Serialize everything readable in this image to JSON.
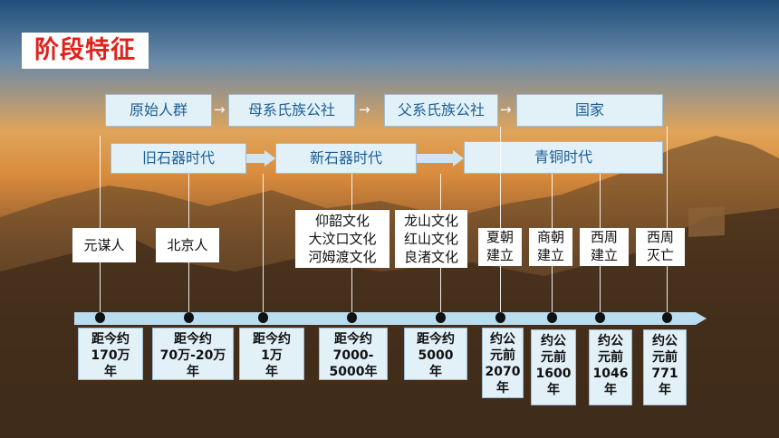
{
  "title": "阶段特征",
  "social": [
    "原始人群",
    "母系氏族公社",
    "父系氏族公社",
    "国家"
  ],
  "eras": [
    "旧石器时代",
    "新石器时代",
    "青铜时代"
  ],
  "people": [
    "元谋人",
    "北京人"
  ],
  "cultures": {
    "neolithic_a": [
      "仰韶文化",
      "大汶口文化",
      "河姆渡文化"
    ],
    "neolithic_b": [
      "龙山文化",
      "红山文化",
      "良渚文化"
    ]
  },
  "dynasties": [
    [
      "夏朝",
      "建立"
    ],
    [
      "商朝",
      "建立"
    ],
    [
      "西周",
      "建立"
    ],
    [
      "西周",
      "灭亡"
    ]
  ],
  "dates": [
    [
      "距今约",
      "170万",
      "年"
    ],
    [
      "距今约",
      "70万-20万",
      "年"
    ],
    [
      "距今约",
      "1万",
      "年"
    ],
    [
      "距今约",
      "7000-",
      "5000年"
    ],
    [
      "距今约",
      "5000",
      "年"
    ],
    [
      "约公",
      "元前",
      "2070",
      "年"
    ],
    [
      "约公",
      "元前",
      "1600",
      "年"
    ],
    [
      "约公",
      "元前",
      "1046",
      "年"
    ],
    [
      "约公",
      "元前",
      "771",
      "年"
    ]
  ],
  "colors": {
    "title_red": "#e0201a",
    "box_fill": "#e2f0f7",
    "box_text": "#1b5f96",
    "timeline": "#b9dcee"
  }
}
